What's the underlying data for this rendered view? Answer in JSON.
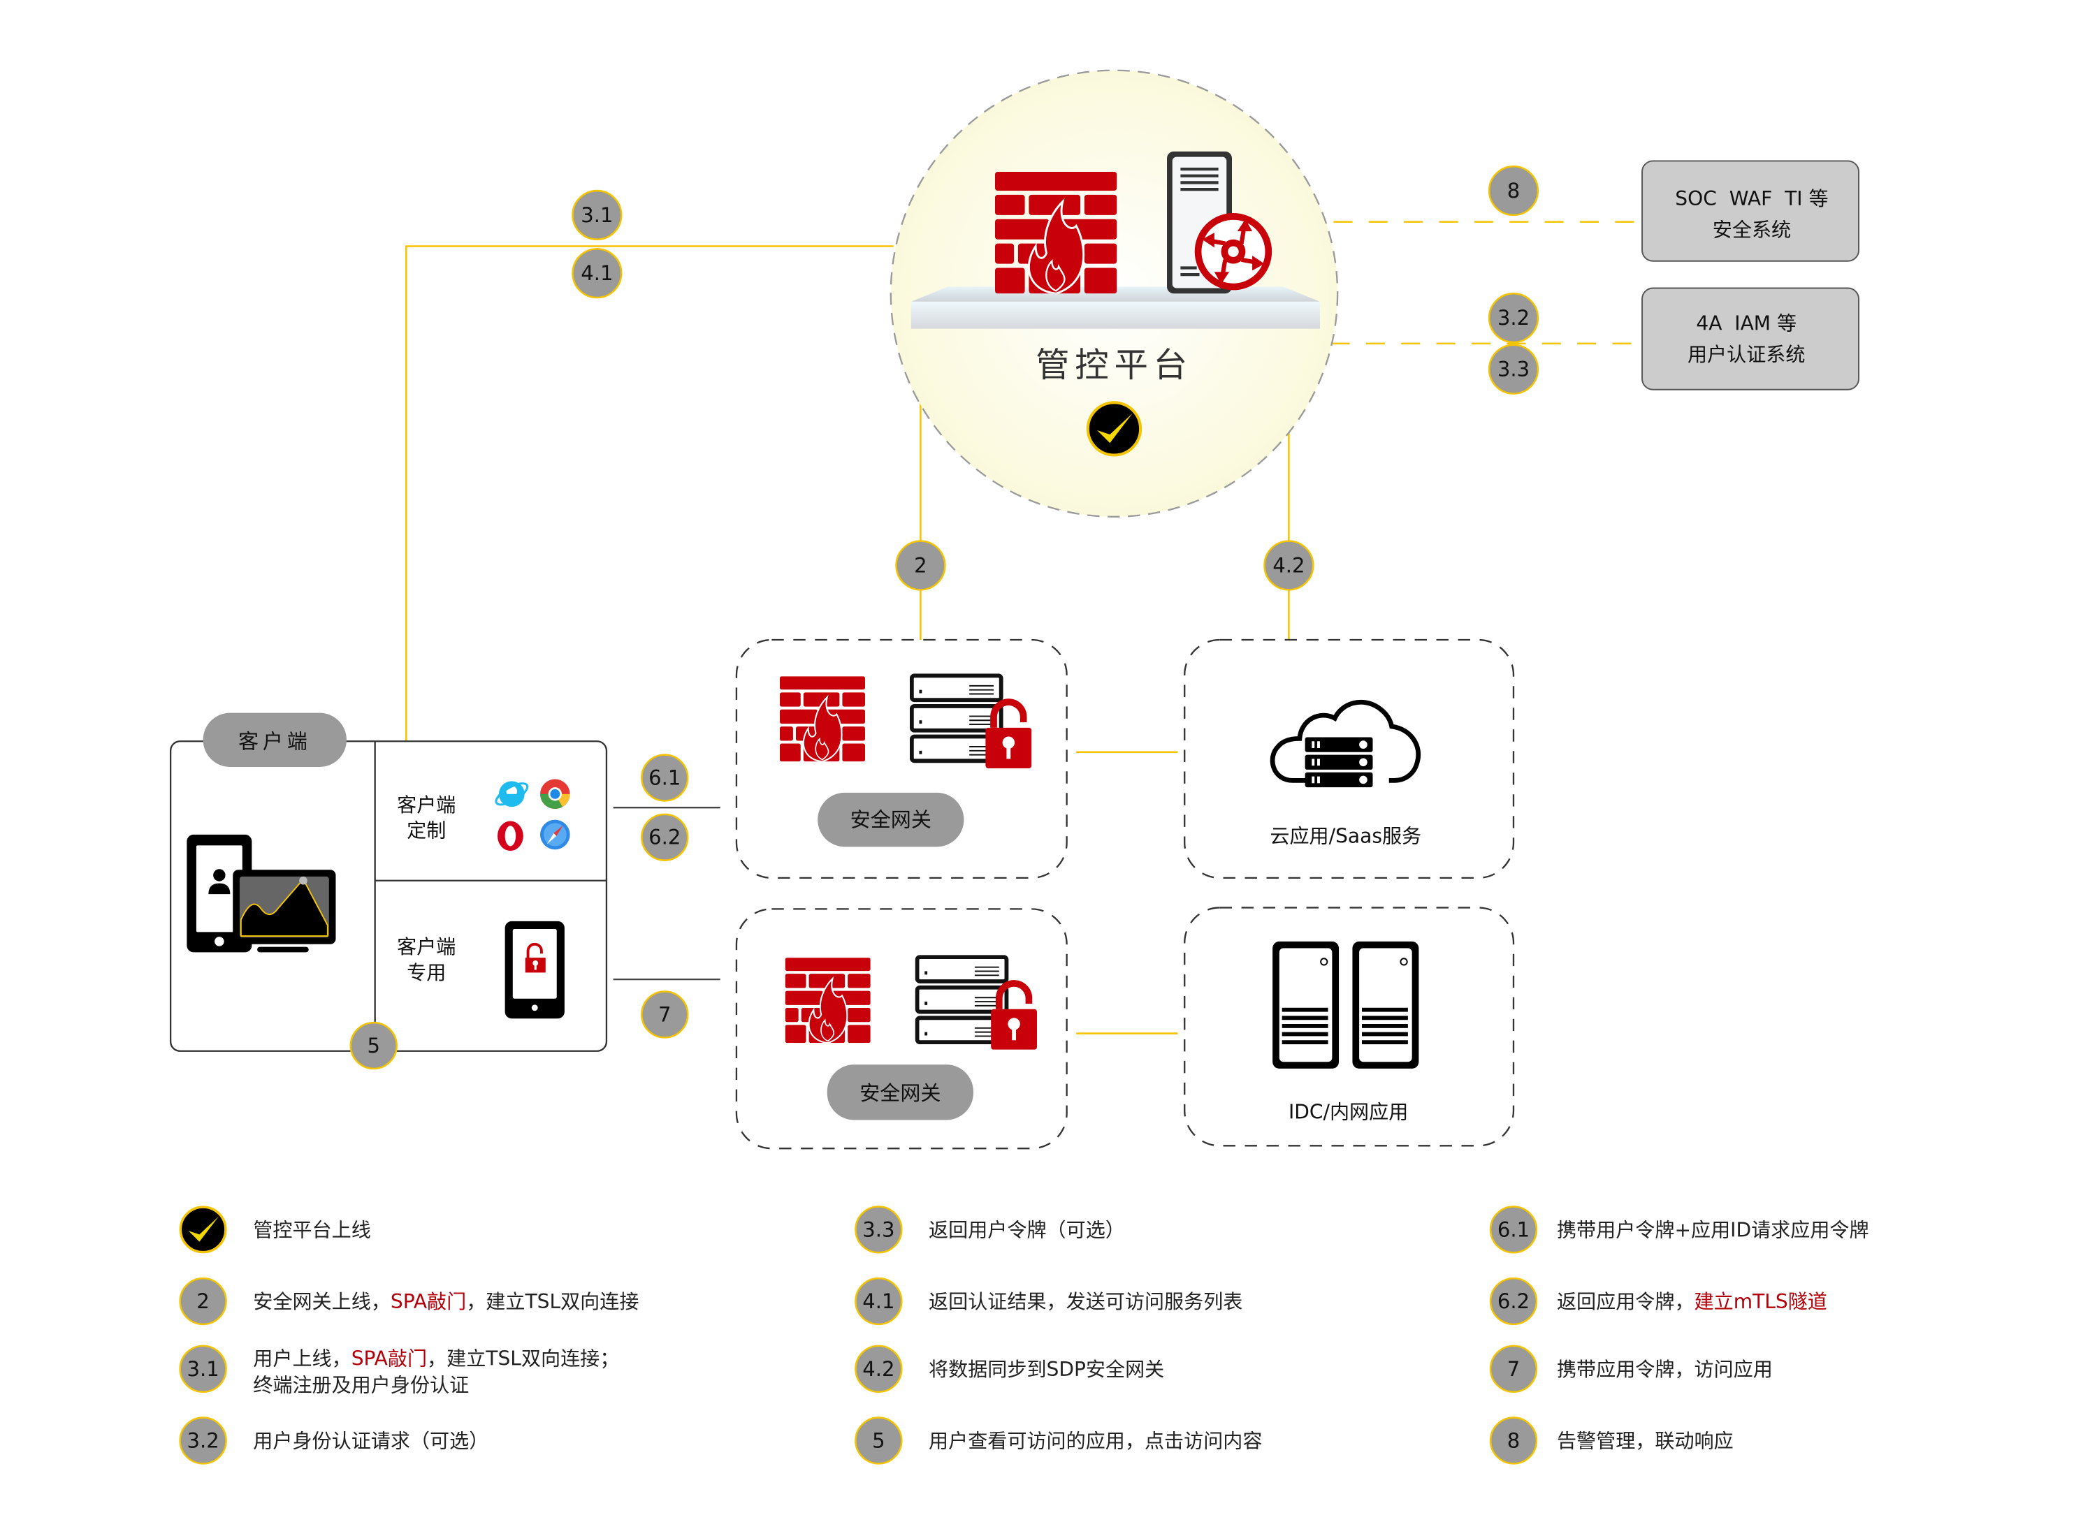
{
  "colors": {
    "accent_yellow": "#f5c400",
    "badge_gray": "#9a9a9a",
    "firewall_red": "#c8000a",
    "box_gray": "#cccccc",
    "platform_bg": "#fdfcea",
    "highlight_red": "#b3000a"
  },
  "platform": {
    "title": "管控平台",
    "icons": [
      "firewall-icon",
      "server-icon",
      "management-arrows-icon",
      "checkmark-icon"
    ]
  },
  "external_systems": [
    {
      "line1": "SOC  WAF  TI 等",
      "line2": "安全系统"
    },
    {
      "line1": "4A  IAM 等",
      "line2": "用户认证系统"
    }
  ],
  "client": {
    "title": "客户端",
    "custom": {
      "line1": "客户端",
      "line2": "定制",
      "icons": [
        "ie-icon",
        "chrome-icon",
        "opera-icon",
        "safari-icon"
      ]
    },
    "dedicated": {
      "line1": "客户端",
      "line2": "专用",
      "icons": [
        "locked-phone-icon"
      ]
    }
  },
  "gateways": [
    {
      "label": "安全网关"
    },
    {
      "label": "安全网关"
    }
  ],
  "apps": [
    {
      "label": "云应用/Saas服务",
      "icon": "cloud-server-icon"
    },
    {
      "label": "IDC/内网应用",
      "icon": "tower-servers-icon"
    }
  ],
  "badges": {
    "b31": "3.1",
    "b41": "4.1",
    "b8": "8",
    "b32": "3.2",
    "b33": "3.3",
    "b2": "2",
    "b42": "4.2",
    "b61": "6.1",
    "b62": "6.2",
    "b7": "7",
    "b5": "5"
  },
  "legend": [
    {
      "badge": "check",
      "parts": [
        {
          "text": "管控平台上线",
          "red": false
        }
      ]
    },
    {
      "badge": "2",
      "parts": [
        {
          "text": "安全网关上线，",
          "red": false
        },
        {
          "text": "SPA敲门",
          "red": true
        },
        {
          "text": "，建立TSL双向连接",
          "red": false
        }
      ]
    },
    {
      "badge": "3.1",
      "parts": [
        {
          "text": "用户上线，",
          "red": false
        },
        {
          "text": "SPA敲门",
          "red": true
        },
        {
          "text": "，建立TSL双向连接；",
          "red": false
        }
      ],
      "line2": "终端注册及用户身份认证"
    },
    {
      "badge": "3.2",
      "parts": [
        {
          "text": "用户身份认证请求（可选）",
          "red": false
        }
      ]
    },
    {
      "badge": "3.3",
      "parts": [
        {
          "text": "返回用户令牌（可选）",
          "red": false
        }
      ]
    },
    {
      "badge": "4.1",
      "parts": [
        {
          "text": "返回认证结果，发送可访问服务列表",
          "red": false
        }
      ]
    },
    {
      "badge": "4.2",
      "parts": [
        {
          "text": "将数据同步到SDP安全网关",
          "red": false
        }
      ]
    },
    {
      "badge": "5",
      "parts": [
        {
          "text": "用户查看可访问的应用，点击访问内容",
          "red": false
        }
      ]
    },
    {
      "badge": "6.1",
      "parts": [
        {
          "text": "携带用户令牌+应用ID请求应用令牌",
          "red": false
        }
      ]
    },
    {
      "badge": "6.2",
      "parts": [
        {
          "text": "返回应用令牌，",
          "red": false
        },
        {
          "text": "建立mTLS隧道",
          "red": true
        }
      ]
    },
    {
      "badge": "7",
      "parts": [
        {
          "text": "携带应用令牌，访问应用",
          "red": false
        }
      ]
    },
    {
      "badge": "8",
      "parts": [
        {
          "text": "告警管理，联动响应",
          "red": false
        }
      ]
    }
  ]
}
